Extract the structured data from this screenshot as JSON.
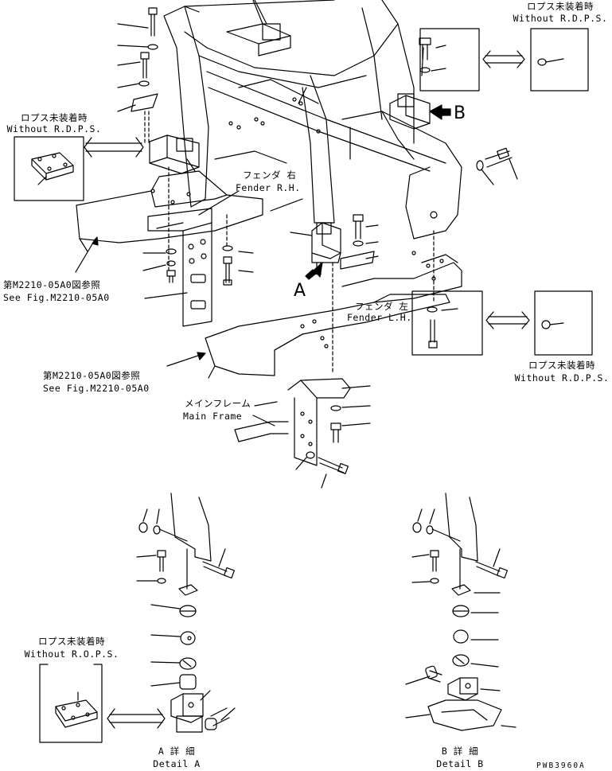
{
  "labels": {
    "no_rops_jp": "ロプス未装着時",
    "no_rops_en_1": "Without R.D.P.S.",
    "no_rops_en_2": "Without R.O.P.S.",
    "fender_rh_jp": "フェンダ 右",
    "fender_rh_en": "Fender R.H.",
    "fender_lh_jp": "フェンダ 左",
    "fender_lh_en": "Fender L.H.",
    "see_fig_jp": "第M2210-05A0図参照",
    "see_fig_en": "See Fig.M2210-05A0",
    "main_frame_jp": "メインフレーム",
    "main_frame_en": "Main Frame",
    "view_a": "A",
    "view_b": "B",
    "detail_a_jp": "A 詳 細",
    "detail_a_en": "Detail A",
    "detail_b_jp": "B 詳 細",
    "detail_b_en": "Detail B",
    "drawing_code": "PWB3960A"
  }
}
